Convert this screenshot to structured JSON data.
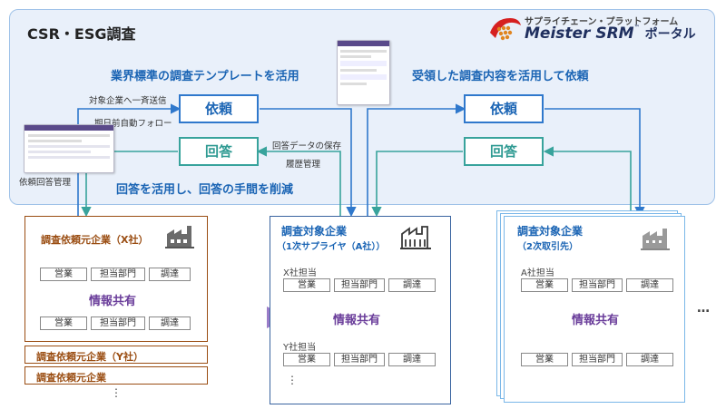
{
  "title": "CSR・ESG調査",
  "brand": {
    "subtitle": "サプライチェーン・プラットフォーム",
    "name": "Meister SRM",
    "tm": "™",
    "suffix": "ポータル"
  },
  "left_flow": {
    "heading": "業界標準の調査テンプレートを活用",
    "note_send": "対象企業へ一斉送信",
    "note_follow": "期日前自動フォロー",
    "request_label": "依頼",
    "answer_label": "回答",
    "note_save": "回答データの保存",
    "note_history": "履歴管理",
    "manage_label": "依頼回答管理",
    "bottom_heading": "回答を活用し、回答の手間を削減"
  },
  "right_flow": {
    "heading": "受領した調査内容を活用して依頼",
    "request_label": "依頼",
    "answer_label": "回答"
  },
  "requester": {
    "title": "調査依頼元企業（X社）",
    "chips_top": [
      "営業",
      "担当部門",
      "調達"
    ],
    "share": "情報共有",
    "chips_bottom": [
      "営業",
      "担当部門",
      "調達"
    ],
    "others": [
      "調査依頼元企業（Y社）",
      "調査依頼元企業"
    ],
    "ellipsis": "⋮"
  },
  "tier1": {
    "title": "調査対象企業",
    "subtitle": "（1次サプライヤ（A社））",
    "group_top": "X社担当",
    "chips_top": [
      "営業",
      "担当部門",
      "調達"
    ],
    "share": "情報共有",
    "group_bottom": "Y社担当",
    "chips_bottom": [
      "営業",
      "担当部門",
      "調達"
    ],
    "ellipsis": "⋮"
  },
  "tier2": {
    "title": "調査対象企業",
    "subtitle": "（2次取引先）",
    "group_top": "A社担当",
    "chips_top": [
      "営業",
      "担当部門",
      "調達"
    ],
    "share": "情報共有",
    "chips_bottom": [
      "営業",
      "担当部門",
      "調達"
    ],
    "more": "…"
  },
  "colors": {
    "request_blue": "#2f78cc",
    "answer_teal": "#38a39c",
    "requester_brown": "#9a4d12",
    "share_purple": "#8e6cc0",
    "portal_bg": "#e9f0fa"
  },
  "icons": {
    "factory": "factory-icon",
    "logo": "meister-logo-icon"
  }
}
